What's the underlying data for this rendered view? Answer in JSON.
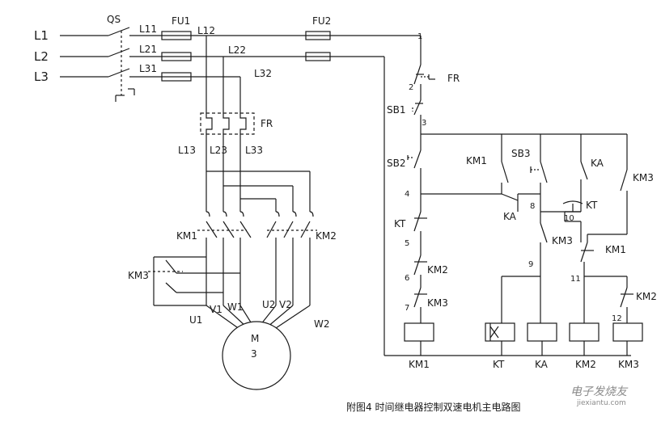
{
  "lines": {
    "l1": "L1",
    "l2": "L2",
    "l3": "L3"
  },
  "main_circuit": {
    "switch": "QS",
    "fuse_main": "FU1",
    "fuse_control": "FU2",
    "nodes_after_switch": [
      "L11",
      "L21",
      "L31"
    ],
    "nodes_after_fuse": [
      "L12",
      "L22",
      "L32"
    ],
    "overload_relay": "FR",
    "nodes_after_fr": [
      "L13",
      "L23",
      "L33"
    ],
    "contactors": {
      "low_speed": "KM1",
      "high_speed": "KM2",
      "star": "KM3"
    },
    "motor": {
      "name": "M",
      "phases": "3"
    },
    "terminals": [
      "U1",
      "V1",
      "W1",
      "U2",
      "V2",
      "W2"
    ]
  },
  "control_circuit": {
    "nodes": [
      "1",
      "2",
      "3",
      "4",
      "5",
      "6",
      "7",
      "8",
      "9",
      "10",
      "11",
      "12"
    ],
    "fr_contact": "FR",
    "stop_button": "SB1",
    "start_low": "SB2",
    "start_high": "SB3",
    "contacts": {
      "km1": "KM1",
      "km2": "KM2",
      "km3": "KM3",
      "ka": "KA",
      "kt": "KT"
    },
    "coils": [
      "KM1",
      "KT",
      "KA",
      "KM2",
      "KM3"
    ]
  },
  "caption": "附图4  时间继电器控制双速电机主电路图",
  "watermark": {
    "logo": "电子发烧友",
    "url": "jiexiantu.com"
  }
}
